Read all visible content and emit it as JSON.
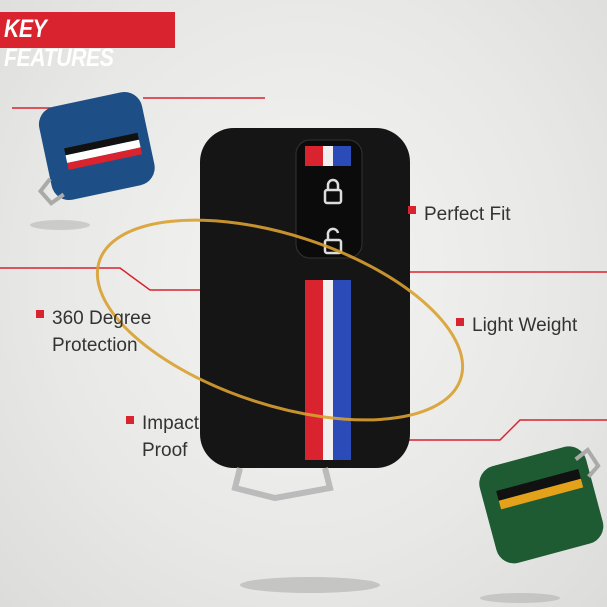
{
  "banner": {
    "title": "KEY FEATURES"
  },
  "features": [
    {
      "label": "Perfect Fit"
    },
    {
      "label": "Light Weight"
    },
    {
      "label": "360 Degree",
      "label2": "Protection"
    },
    {
      "label": "Impact",
      "label2": "Proof"
    }
  ],
  "colors": {
    "accent": "#d9232e",
    "orbit": "#d9a030",
    "fob_main": "#151515",
    "fob_blue": "#1d4f86",
    "fob_green": "#1e5a32"
  }
}
